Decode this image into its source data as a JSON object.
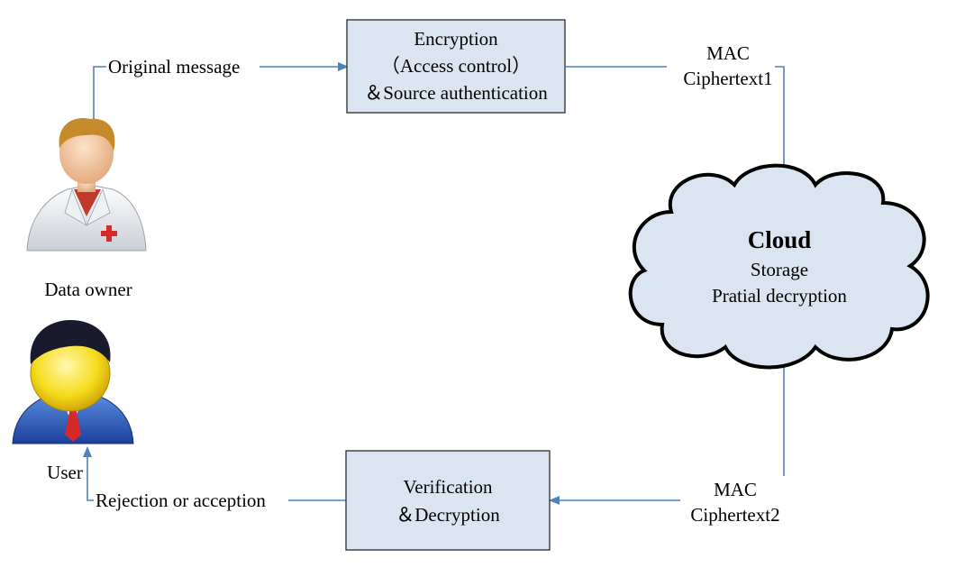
{
  "colors": {
    "box_fill": "#dbe5f1",
    "box_stroke": "#2b2b2b",
    "arrow": "#4f81bd",
    "cloud_fill": "#dbe5f1",
    "cloud_stroke": "#000000"
  },
  "actors": {
    "data_owner": {
      "label": "Data owner",
      "icon": "doctor-icon"
    },
    "user": {
      "label": "User",
      "icon": "user-icon"
    }
  },
  "boxes": {
    "encryption": {
      "line1": "Encryption",
      "line2": "（Access control）",
      "line3": "＆Source authentication"
    },
    "verification": {
      "line1": "Verification",
      "line2": "＆Decryption"
    }
  },
  "cloud": {
    "title": "Cloud",
    "line1": "Storage",
    "line2": "Pratial decryption"
  },
  "edges": {
    "original_message": "Original message",
    "top_right": {
      "line1": "MAC",
      "line2": "Ciphertext1"
    },
    "bottom_right": {
      "line1": "MAC",
      "line2": "Ciphertext2"
    },
    "rejection": "Rejection or acception"
  }
}
